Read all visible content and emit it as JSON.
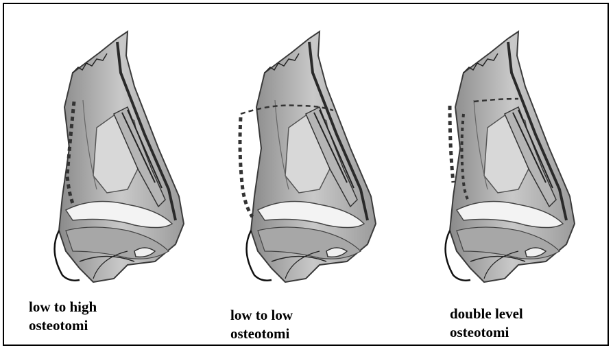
{
  "figures": [
    {
      "id": "low-to-high",
      "line1": "low to high",
      "line2": "osteotomi"
    },
    {
      "id": "low-to-low",
      "line1": "low to low",
      "line2": "osteotomi"
    },
    {
      "id": "double-level",
      "line1": "double level",
      "line2": "osteotomi"
    }
  ]
}
